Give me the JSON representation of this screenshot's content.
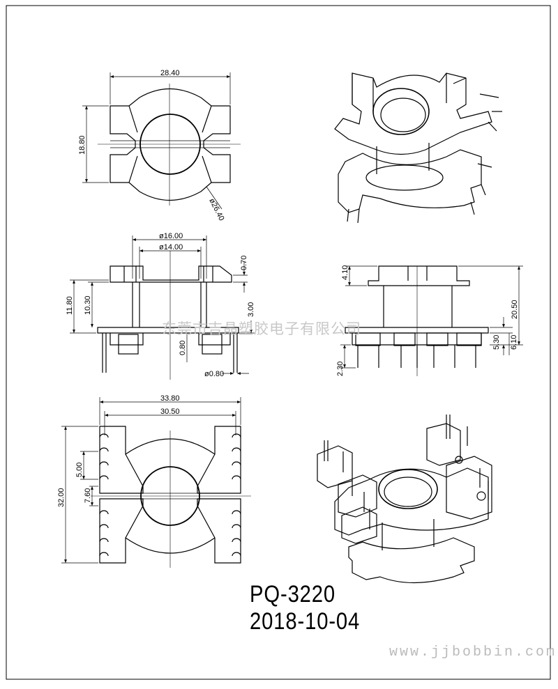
{
  "drawing": {
    "part_number": "PQ-3220",
    "date": "2018-10-04",
    "website": "www.jjbobbin.com",
    "watermark": "东莞市吉晶塑胶电子有限公司"
  },
  "top_view": {
    "width": "28.40",
    "height": "18.80",
    "diameter": "ø26.40"
  },
  "front_view": {
    "outer_diameter": "ø16.00",
    "inner_diameter": "ø14.00",
    "overall_height": "11.80",
    "body_height": "10.30",
    "flange_thickness": "0.70",
    "pin_offset": "3.00",
    "pin_length": "0.80",
    "pin_diameter": "ø0.80"
  },
  "side_view": {
    "top_height": "4.10",
    "total_height": "20.50",
    "base_height": "5.30",
    "base_total": "6.10",
    "pin_protrusion": "2.30"
  },
  "bottom_view": {
    "overall_width": "33.80",
    "pin_span": "30.50",
    "overall_height": "32.00",
    "pin_pitch": "5.00",
    "row_spacing": "7.60"
  }
}
